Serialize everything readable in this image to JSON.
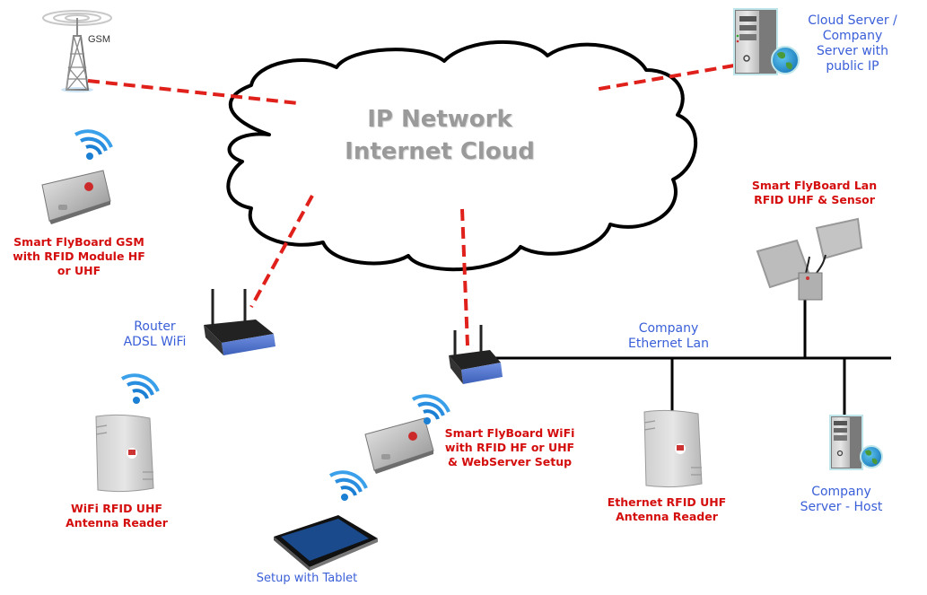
{
  "cloud": {
    "title_line1": "IP Network",
    "title_line2": "Internet Cloud"
  },
  "gsm_tower": {
    "label": "GSM",
    "icon": "cell-tower-icon"
  },
  "cloud_server": {
    "label_lines": [
      "Cloud Server /",
      "Company",
      "Server with",
      "public IP"
    ],
    "icon": "server-globe-icon"
  },
  "flyboard_gsm": {
    "label_lines": [
      "Smart FlyBoard GSM",
      "with RFID Module HF",
      "or UHF"
    ],
    "icon": "rfid-board-icon"
  },
  "flyboard_lan": {
    "label_lines": [
      "Smart FlyBoard Lan",
      "RFID UHF & Sensor"
    ],
    "icon": "rfid-antenna-pair-icon"
  },
  "router_adsl": {
    "label_lines": [
      "Router",
      "ADSL WiFi"
    ],
    "icon": "wifi-router-icon"
  },
  "lan_router": {
    "icon": "wifi-router-icon"
  },
  "ethernet_lan": {
    "label_lines": [
      "Company",
      "Ethernet Lan"
    ]
  },
  "flyboard_wifi": {
    "label_lines": [
      "Smart FlyBoard WiFi",
      "with RFID HF or UHF",
      "& WebServer Setup"
    ],
    "icon": "rfid-board-icon"
  },
  "wifi_reader": {
    "label_lines": [
      "WiFi RFID UHF",
      "Antenna Reader"
    ],
    "icon": "rfid-antenna-icon"
  },
  "ethernet_reader": {
    "label_lines": [
      "Ethernet RFID UHF",
      "Antenna Reader"
    ],
    "icon": "rfid-antenna-icon"
  },
  "company_server": {
    "label_lines": [
      "Company",
      "Server - Host"
    ],
    "icon": "server-globe-icon"
  },
  "tablet": {
    "label": "Setup with Tablet",
    "icon": "tablet-icon"
  },
  "colors": {
    "wireless_link": "#e0201b",
    "wired_link": "#000000",
    "label_blue": "#3a5fd8",
    "label_red": "#d40d0d",
    "cloud_text": "#9a9a9a",
    "wifi_signal": "#1b7fd4"
  }
}
